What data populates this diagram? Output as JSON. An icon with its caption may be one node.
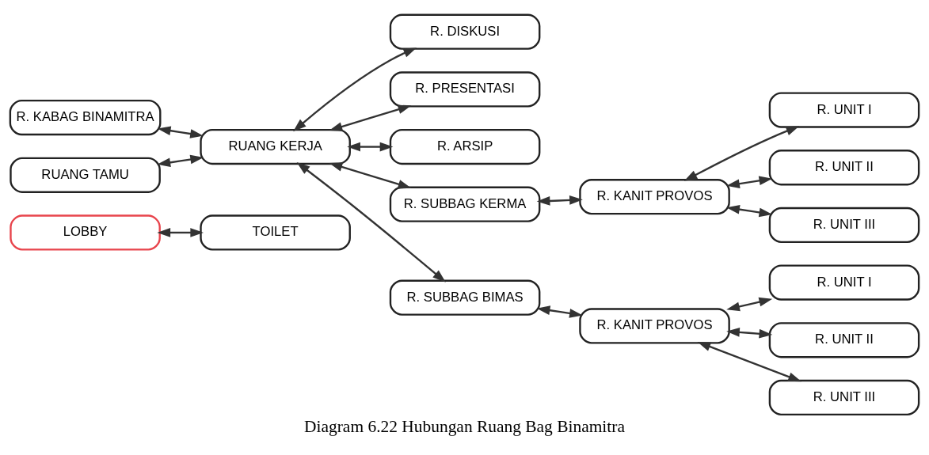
{
  "diagram": {
    "caption": "Diagram 6.22 Hubungan Ruang Bag Binamitra",
    "nodes": [
      {
        "text": [
          "LOBBY"
        ]
      },
      {
        "text": [
          "R. KABAG BINAMITRA"
        ]
      },
      {
        "text": [
          "RUANG TAMU"
        ]
      },
      {
        "text": [
          "RUANG KERJA"
        ]
      },
      {
        "text": [
          "R. DISKUSI"
        ]
      },
      {
        "text": [
          "R. PRESENTASI"
        ]
      },
      {
        "text": [
          "R. ARSIP"
        ]
      },
      {
        "text": [
          "TOILET"
        ]
      },
      {
        "text": [
          "R. SUBBAG KERMA"
        ]
      },
      {
        "text": [
          "R. SUBBAG BIMAS"
        ]
      },
      {
        "text": [
          "R. UNIT I"
        ]
      },
      {
        "text": [
          "R. UNIT II"
        ]
      },
      {
        "text": [
          "R. UNIT III"
        ]
      },
      {
        "text": [
          "R. KANIT PROVOS"
        ]
      },
      {
        "text": [
          "R. KANIT PROVOS"
        ]
      },
      {
        "text": [
          "R. UNIT I"
        ]
      },
      {
        "text": [
          "R. UNIT II"
        ]
      },
      {
        "text": [
          "R. UNIT III"
        ]
      }
    ],
    "edges": [
      {
        "from": 0,
        "to": 7,
        "arrow": "both"
      },
      {
        "from": 2,
        "to": 3,
        "arrow": "both"
      },
      {
        "from": 1,
        "to": 3,
        "arrow": "both"
      },
      {
        "from": 3,
        "to": 4,
        "arrow": "both"
      },
      {
        "from": 3,
        "to": 5,
        "arrow": "both"
      },
      {
        "from": 3,
        "to": 6,
        "arrow": "both"
      },
      {
        "from": 3,
        "to": 8,
        "arrow": "both"
      },
      {
        "from": 3,
        "to": 9,
        "arrow": "both"
      },
      {
        "from": 8,
        "to": 13,
        "arrow": "both"
      },
      {
        "from": 9,
        "to": 14,
        "arrow": "both"
      },
      {
        "from": 13,
        "to": 10,
        "arrow": "both"
      },
      {
        "from": 13,
        "to": 11,
        "arrow": "both"
      },
      {
        "from": 13,
        "to": 12,
        "arrow": "both"
      },
      {
        "from": 14,
        "to": 15,
        "arrow": "both"
      },
      {
        "from": 14,
        "to": 16,
        "arrow": "both"
      },
      {
        "from": 14,
        "to": 17,
        "arrow": "both"
      }
    ]
  }
}
